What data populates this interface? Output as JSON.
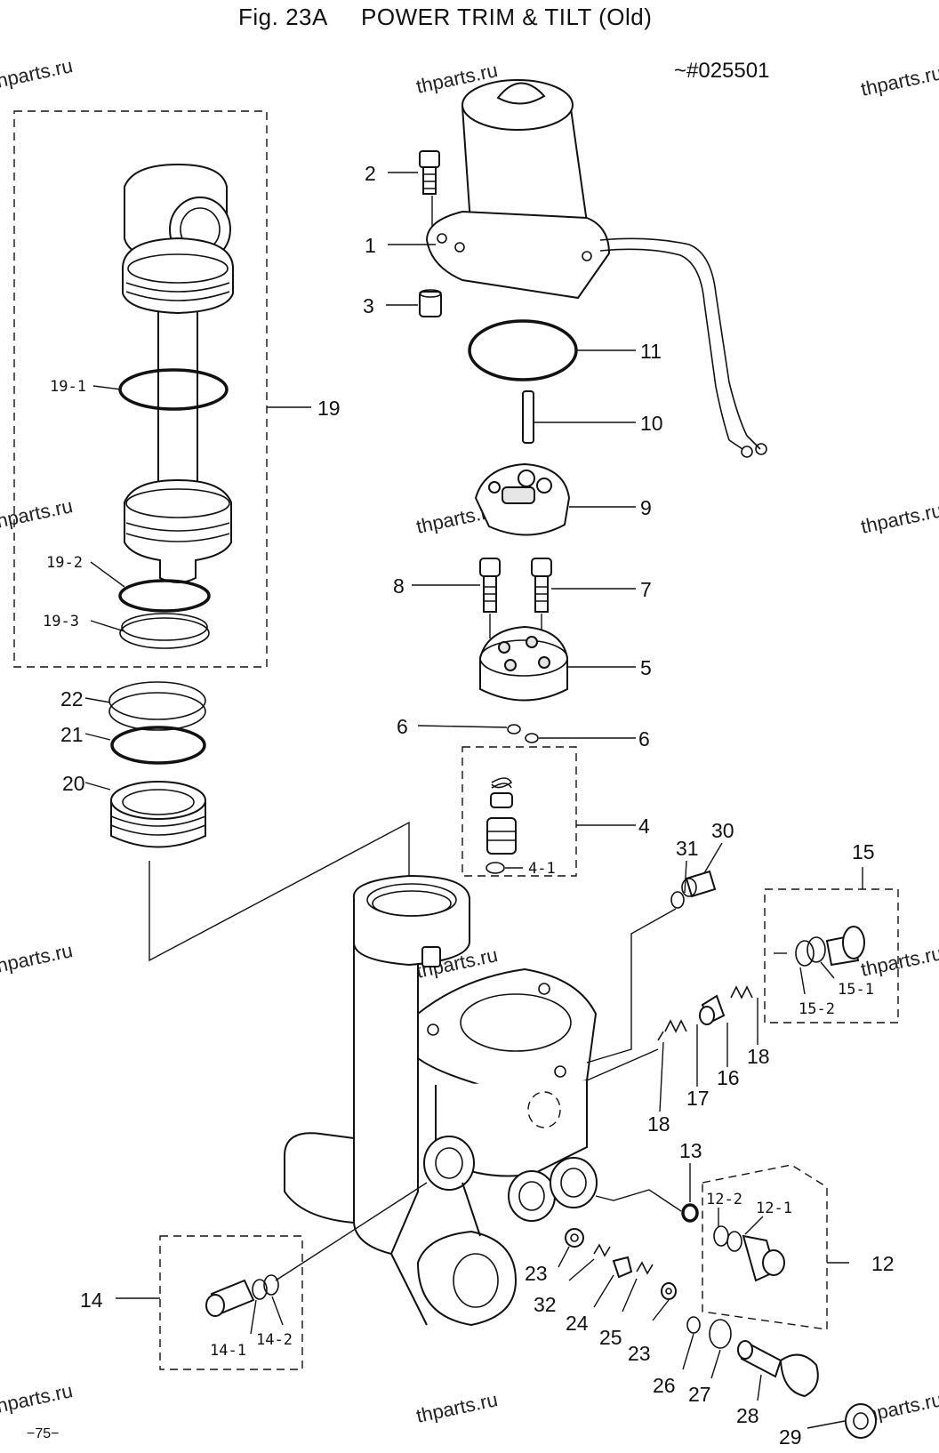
{
  "figure": {
    "title": "Fig. 23A     POWER TRIM & TILT (Old)",
    "serial": "~#025501",
    "page_number": "−75−"
  },
  "watermark": "thparts.ru",
  "parts": {
    "p1": "1",
    "p2": "2",
    "p3": "3",
    "p4": "4",
    "p4_1": "4-1",
    "p5": "5",
    "p6a": "6",
    "p6b": "6",
    "p7": "7",
    "p8": "8",
    "p9": "9",
    "p10": "10",
    "p11": "11",
    "p12": "12",
    "p12_1": "12-1",
    "p12_2": "12-2",
    "p13": "13",
    "p14": "14",
    "p14_1": "14-1",
    "p14_2": "14-2",
    "p15": "15",
    "p15_1": "15-1",
    "p15_2": "15-2",
    "p16": "16",
    "p17": "17",
    "p18a": "18",
    "p18b": "18",
    "p19": "19",
    "p19_1": "19-1",
    "p19_2": "19-2",
    "p19_3": "19-3",
    "p20": "20",
    "p21": "21",
    "p22": "22",
    "p23a": "23",
    "p23b": "23",
    "p24": "24",
    "p25": "25",
    "p26": "26",
    "p27": "27",
    "p28": "28",
    "p29": "29",
    "p30": "30",
    "p31": "31",
    "p32": "32"
  }
}
